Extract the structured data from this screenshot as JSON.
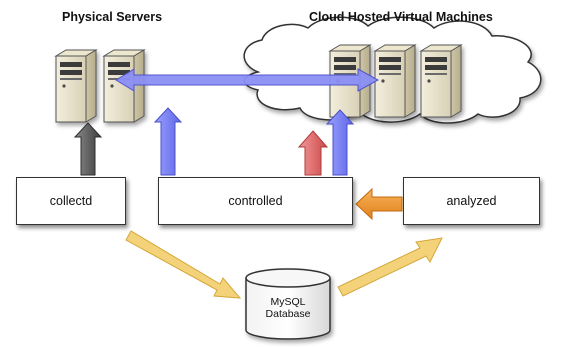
{
  "titles": {
    "physical": "Physical Servers",
    "cloud": "Cloud Hosted Virtual Machines"
  },
  "components": {
    "collector": "collectd",
    "controller": "controlled",
    "analyzer": "analyzed"
  },
  "database": {
    "line1": "MySQL",
    "line2": "Database"
  },
  "colors": {
    "blue_arrow": "#7b80f0",
    "gray_arrow": "#555555",
    "red_arrow": "#e06a6a",
    "orange_arrow": "#f29a30",
    "yellow_arrow": "#f4d27a",
    "server_body": "#ece6d0"
  }
}
